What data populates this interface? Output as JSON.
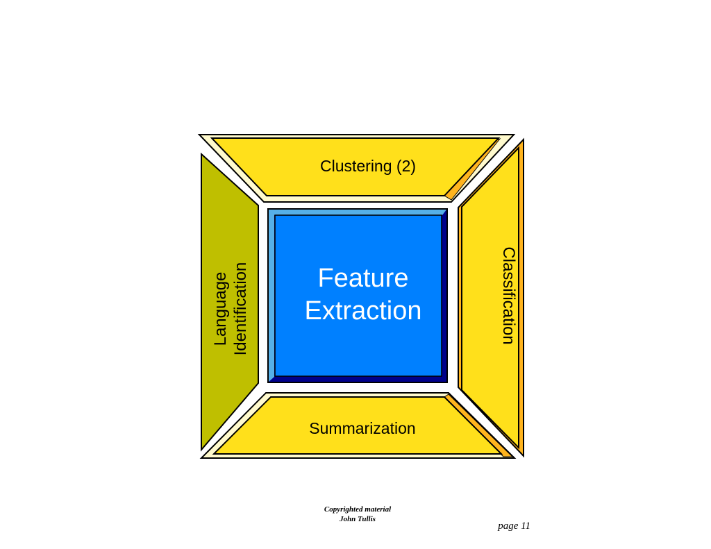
{
  "diagram": {
    "center": {
      "line1": "Feature",
      "line2": "Extraction",
      "face_color": "#0080ff",
      "bevel_light": "#56b0e8",
      "bevel_dark": "#00008b"
    },
    "top": {
      "label": "Clustering (2)"
    },
    "bottom": {
      "label": "Summarization"
    },
    "left": {
      "line1": "Language",
      "line2": "Identification",
      "color": "#bfbf00"
    },
    "right": {
      "label": "Classification"
    },
    "frame_colors": {
      "yellow": "#ffe01b",
      "orange": "#ffb41e",
      "cream": "#fffacd"
    }
  },
  "footer": {
    "copyright_line1": "Copyrighted material",
    "copyright_line2": "John Tullis",
    "page": "page 11"
  }
}
